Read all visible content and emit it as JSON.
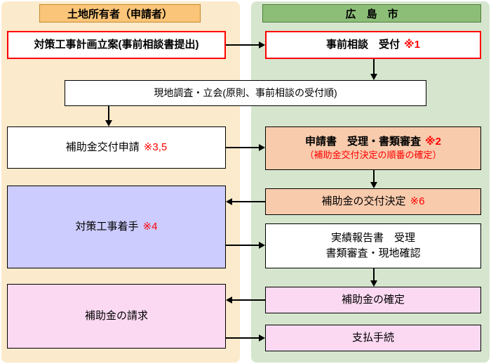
{
  "colors": {
    "left_panel": "#FBEACB",
    "right_panel": "#D6E6CE",
    "left_header": "#FAC578",
    "left_header_border": "#C8882F",
    "right_header": "#8CBE78",
    "right_header_border": "#4E7B38",
    "red": "#FF0000",
    "peach": "#F8CBAD",
    "lavender": "#CCCCFF",
    "pink": "#FBD9F2"
  },
  "headers": {
    "left": "土地所有者（申請者）",
    "right": "広　島　市"
  },
  "boxes": {
    "plan": {
      "text": "対策工事計画立案(事前相談書提出)"
    },
    "consult": {
      "text": "事前相談　受付",
      "note": "※1"
    },
    "survey": {
      "text": "現地調査・立会(原則、事前相談の受付順)"
    },
    "apply": {
      "text": "補助金交付申請",
      "note": "※3,5"
    },
    "review": {
      "line1": "申請書　受理・書類審査",
      "note": "※2",
      "line2": "（補助金交付決定の順番の確定）"
    },
    "decision": {
      "text": "補助金の交付決定",
      "note": "※6"
    },
    "construction": {
      "text": "対策工事着手",
      "note": "※4"
    },
    "report": {
      "line1": "実績報告書　受理",
      "line2": "書類審査・現地確認"
    },
    "confirm": {
      "text": "補助金の確定"
    },
    "request": {
      "text": "補助金の請求"
    },
    "payment": {
      "text": "支払手続"
    }
  }
}
